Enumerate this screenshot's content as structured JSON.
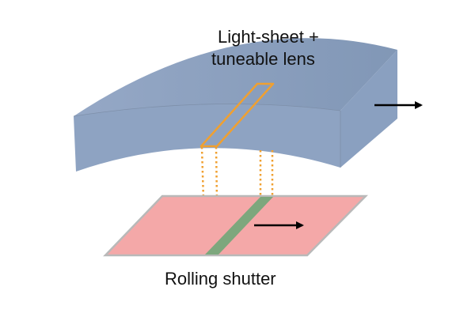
{
  "labels": {
    "top_line1": "Light-sheet +",
    "top_line2": "tuneable lens",
    "bottom": "Rolling shutter"
  },
  "colors": {
    "lens_front": "#8fa4c3",
    "lens_top": "#9aabc6",
    "lens_side": "#8a9fbf",
    "lens_edge": "#7d8fa9",
    "light_sheet_outline": "#f0a030",
    "projection_lines": "#f0a030",
    "sensor_fill": "#f4a8a8",
    "sensor_border": "#b9b9b9",
    "shutter_band": "#7da77d",
    "arrow": "#000000"
  },
  "icons": {
    "lens_arrow": "arrow-right-icon",
    "sensor_arrow": "arrow-right-icon"
  }
}
